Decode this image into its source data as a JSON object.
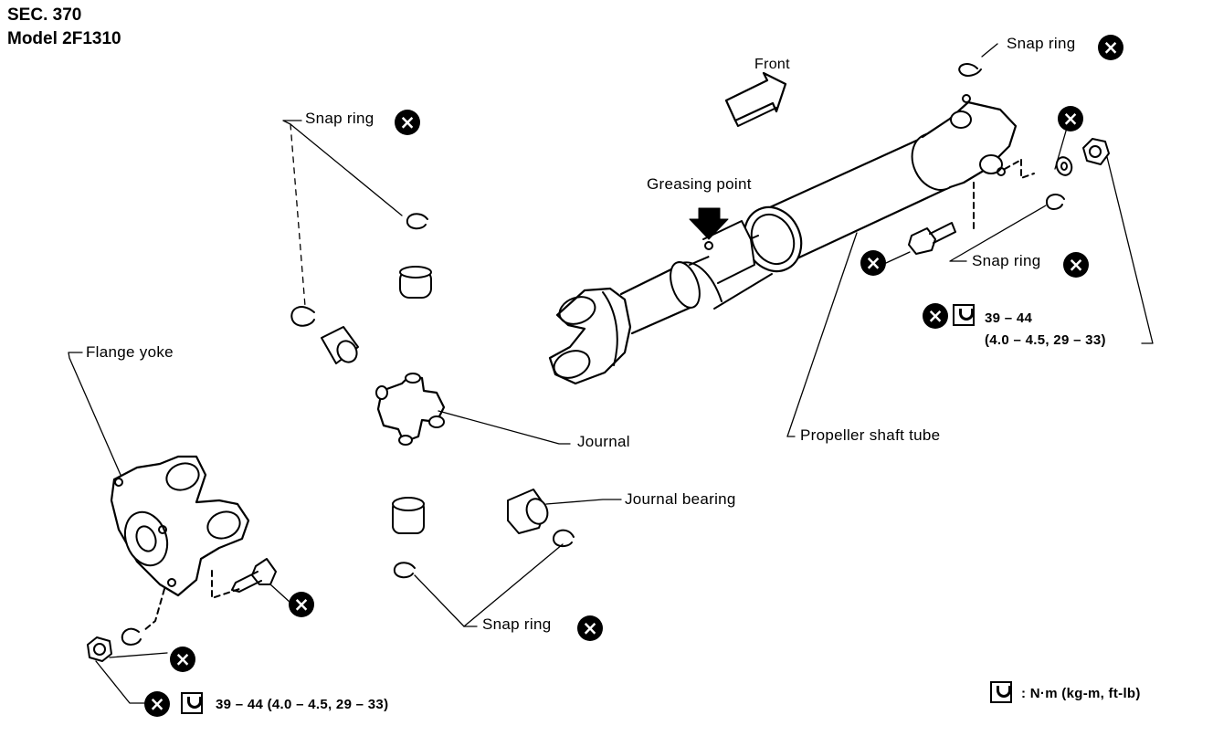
{
  "header": {
    "section": "SEC. 370",
    "model": "Model 2F1310"
  },
  "labels": {
    "front": "Front",
    "greasing_point": "Greasing point",
    "snap_ring_top_right": "Snap ring",
    "snap_ring_top_left": "Snap ring",
    "snap_ring_mid_right": "Snap ring",
    "snap_ring_bottom": "Snap ring",
    "flange_yoke": "Flange yoke",
    "journal": "Journal",
    "journal_bearing": "Journal bearing",
    "propeller_shaft_tube": "Propeller shaft tube"
  },
  "torque": {
    "right_line1": "39 – 44",
    "right_line2": "(4.0 – 4.5, 29 – 33)",
    "bottom": "39 – 44 (4.0 – 4.5, 29 – 33)"
  },
  "legend": {
    "units": ": N·m (kg-m, ft-lb)"
  },
  "symbols": {
    "replace_badge": "×",
    "replace_meaning_icon": "x-circle-icon",
    "torque_icon": "wrench-icon"
  },
  "colors": {
    "ink": "#000000",
    "paper": "#ffffff"
  }
}
